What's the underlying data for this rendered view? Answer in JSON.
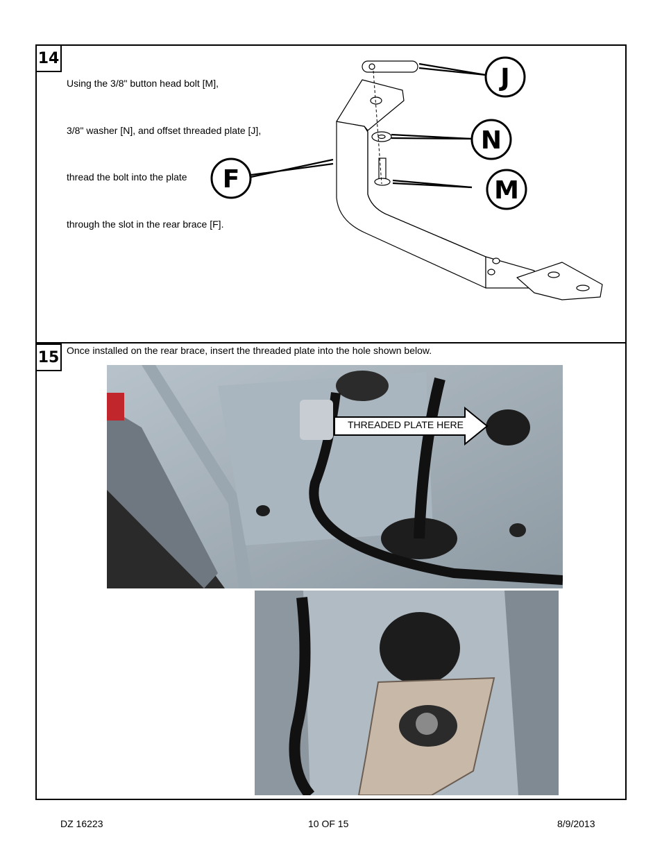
{
  "step14": {
    "number": "14",
    "lines": [
      "Using the 3/8\" button head bolt [M],",
      "3/8\" washer [N], and offset threaded plate [J],",
      "thread the bolt into the plate",
      "through the slot in the rear brace [F]."
    ],
    "labels": {
      "j": "J",
      "n": "N",
      "m": "M",
      "f": "F"
    }
  },
  "step15": {
    "number": "15",
    "text": "Once installed on the rear brace, insert the threaded plate into the hole shown below.",
    "callout": "THREADED PLATE HERE"
  },
  "footer": {
    "left": "DZ 16223",
    "center": "10 OF 15",
    "right": "8/9/2013"
  },
  "colors": {
    "photo_metal": "#a9b5be",
    "photo_dark": "#1b1b1b",
    "cable": "#111111"
  }
}
